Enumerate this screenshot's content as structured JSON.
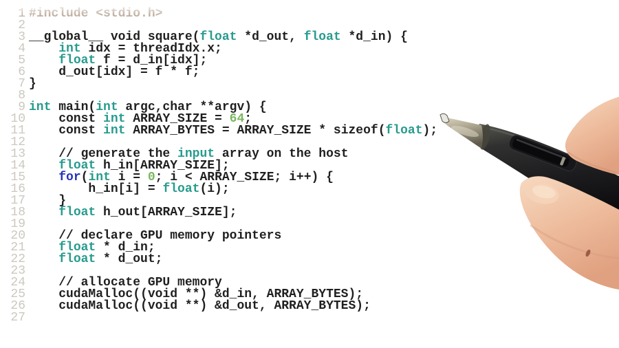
{
  "app": {
    "description": "code screencast frame",
    "language": "CUDA C"
  },
  "colors": {
    "background": "#ffffff",
    "code_text": "#1f1f1f",
    "keyword_teal": "#279b8e",
    "keyword_blue": "#2834b8",
    "number_green": "#7cb560",
    "gutter_gray": "#ccc8c0",
    "faded_line_tan": "#b5a291",
    "pen_body_black": "#1d1d1f",
    "pen_tip_metal": "#aaa38d",
    "skin_tone": "#eebd9e"
  },
  "code": {
    "lines": [
      {
        "n": 1,
        "faded": true,
        "segs": [
          {
            "t": "#include <stdio.h>",
            "c": "plain"
          }
        ]
      },
      {
        "n": 2,
        "segs": []
      },
      {
        "n": 3,
        "segs": [
          {
            "t": "__global__ void square(",
            "c": "plain"
          },
          {
            "t": "float",
            "c": "kw"
          },
          {
            "t": " *d_out, ",
            "c": "plain"
          },
          {
            "t": "float",
            "c": "kw"
          },
          {
            "t": " *d_in) {",
            "c": "plain"
          }
        ]
      },
      {
        "n": 4,
        "segs": [
          {
            "t": "    ",
            "c": "plain"
          },
          {
            "t": "int",
            "c": "kw"
          },
          {
            "t": " idx = threadIdx.x;",
            "c": "plain"
          }
        ]
      },
      {
        "n": 5,
        "segs": [
          {
            "t": "    ",
            "c": "plain"
          },
          {
            "t": "float",
            "c": "kw"
          },
          {
            "t": " f = d_in[idx];",
            "c": "plain"
          }
        ]
      },
      {
        "n": 6,
        "segs": [
          {
            "t": "    d_out[idx] = f * f;",
            "c": "plain"
          }
        ]
      },
      {
        "n": 7,
        "segs": [
          {
            "t": "}",
            "c": "plain"
          }
        ]
      },
      {
        "n": 8,
        "segs": []
      },
      {
        "n": 9,
        "segs": [
          {
            "t": "int",
            "c": "kw"
          },
          {
            "t": " main(",
            "c": "plain"
          },
          {
            "t": "int",
            "c": "kw"
          },
          {
            "t": " argc,char **argv) {",
            "c": "plain"
          }
        ]
      },
      {
        "n": 10,
        "segs": [
          {
            "t": "    const ",
            "c": "plain"
          },
          {
            "t": "int",
            "c": "kw"
          },
          {
            "t": " ARRAY_SIZE = ",
            "c": "plain"
          },
          {
            "t": "64",
            "c": "num"
          },
          {
            "t": ";",
            "c": "plain"
          }
        ]
      },
      {
        "n": 11,
        "segs": [
          {
            "t": "    const ",
            "c": "plain"
          },
          {
            "t": "int",
            "c": "kw"
          },
          {
            "t": " ARRAY_BYTES = ARRAY_SIZE * sizeof(",
            "c": "plain"
          },
          {
            "t": "float",
            "c": "kw"
          },
          {
            "t": ");",
            "c": "plain"
          }
        ]
      },
      {
        "n": 12,
        "segs": []
      },
      {
        "n": 13,
        "segs": [
          {
            "t": "    // generate the ",
            "c": "plain"
          },
          {
            "t": "input",
            "c": "kw"
          },
          {
            "t": " array on the host",
            "c": "plain"
          }
        ]
      },
      {
        "n": 14,
        "segs": [
          {
            "t": "    ",
            "c": "plain"
          },
          {
            "t": "float",
            "c": "kw"
          },
          {
            "t": " h_in[ARRAY_SIZE];",
            "c": "plain"
          }
        ]
      },
      {
        "n": 15,
        "segs": [
          {
            "t": "    ",
            "c": "plain"
          },
          {
            "t": "for",
            "c": "flow"
          },
          {
            "t": "(",
            "c": "plain"
          },
          {
            "t": "int",
            "c": "kw"
          },
          {
            "t": " i = ",
            "c": "plain"
          },
          {
            "t": "0",
            "c": "num"
          },
          {
            "t": "; i < ARRAY_SIZE; i++) {",
            "c": "plain"
          }
        ]
      },
      {
        "n": 16,
        "segs": [
          {
            "t": "        h_in[i] = ",
            "c": "plain"
          },
          {
            "t": "float",
            "c": "kw"
          },
          {
            "t": "(i);",
            "c": "plain"
          }
        ]
      },
      {
        "n": 17,
        "segs": [
          {
            "t": "    }",
            "c": "plain"
          }
        ]
      },
      {
        "n": 18,
        "segs": [
          {
            "t": "    ",
            "c": "plain"
          },
          {
            "t": "float",
            "c": "kw"
          },
          {
            "t": " h_out[ARRAY_SIZE];",
            "c": "plain"
          }
        ]
      },
      {
        "n": 19,
        "segs": []
      },
      {
        "n": 20,
        "segs": [
          {
            "t": "    // declare GPU memory pointers",
            "c": "plain"
          }
        ]
      },
      {
        "n": 21,
        "segs": [
          {
            "t": "    ",
            "c": "plain"
          },
          {
            "t": "float",
            "c": "kw"
          },
          {
            "t": " * d_in;",
            "c": "plain"
          }
        ]
      },
      {
        "n": 22,
        "segs": [
          {
            "t": "    ",
            "c": "plain"
          },
          {
            "t": "float",
            "c": "kw"
          },
          {
            "t": " * d_out;",
            "c": "plain"
          }
        ]
      },
      {
        "n": 23,
        "segs": []
      },
      {
        "n": 24,
        "segs": [
          {
            "t": "    // allocate GPU memory",
            "c": "plain"
          }
        ]
      },
      {
        "n": 25,
        "segs": [
          {
            "t": "    cudaMalloc((void **) &d_in, ARRAY_BYTES);",
            "c": "plain"
          }
        ]
      },
      {
        "n": 26,
        "segs": [
          {
            "t": "    cudaMalloc((void **) &d_out, ARRAY_BYTES);",
            "c": "plain"
          }
        ]
      },
      {
        "n": 27,
        "segs": []
      }
    ]
  },
  "overlay": {
    "pen": "wacom-stylus",
    "hand": "right-hand-holding-stylus"
  }
}
